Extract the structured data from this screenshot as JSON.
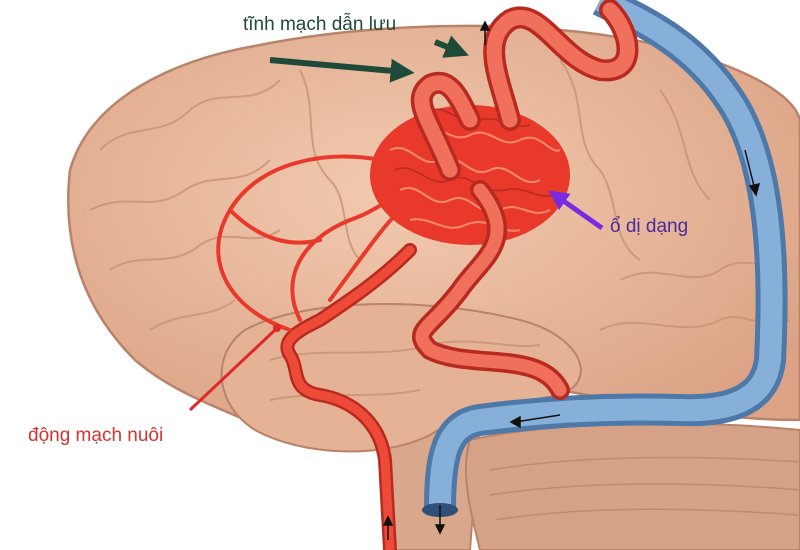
{
  "labels": {
    "draining_vein": "tĩnh mạch dẫn lưu",
    "nidus": "ổ dị dạng",
    "feeding_artery": "động mạch nuôi"
  },
  "colors": {
    "brain": "#e9b99a",
    "brain_outline": "#b9826a",
    "artery": "#e8392b",
    "vein": "#6f9ccc",
    "draining_label": "#1f4a3a",
    "nidus_label": "#6a2ad0",
    "artery_label": "#d8322e"
  }
}
